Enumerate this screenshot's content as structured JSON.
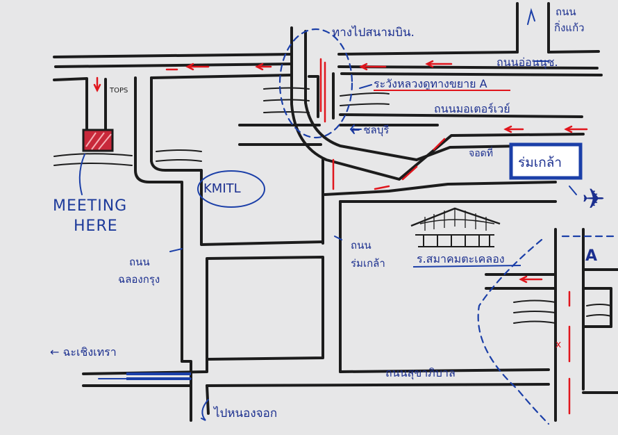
{
  "labels": {
    "road_top_right": "ถนน\nกิ่งแก้ว",
    "airport_way": "ทางไปสนามบิน.",
    "road_onnut": "ถนนอ่อนนุช.",
    "warning": "ระวังหลวงดูทางขยาย A",
    "road_motorway": "ถนนมอเตอร์เวย์",
    "chonburi": "← ชลบุรี",
    "checkpoint": "จอดที่",
    "rom_klao_box": "ร่มเกล้า",
    "kmitl": "KMITL",
    "tops": "TOPS",
    "meeting": "MEETING",
    "here": "HERE",
    "road_chalongkrung_1": "ถนน",
    "road_chalongkrung_2": "ฉลองกรุง",
    "road_romklao_1": "ถนน",
    "road_romklao_2": "ร่มเกล้า",
    "thai_building": "ร.สมาคมตะเคลอง",
    "chachoengsao": "← ฉะเชิงเทรา",
    "road_sukhapiban": "ถนนสุขาภิบาล",
    "road_nongchok": "ไปหนองจอก",
    "marker_a": "A",
    "plane": "✈"
  },
  "colors": {
    "paper": "#e9e9ea",
    "ink_black": "#1c1c1c",
    "ink_blue": "#1b3fa8",
    "ink_red": "#e0151c",
    "meeting_box": "#c8283a"
  }
}
